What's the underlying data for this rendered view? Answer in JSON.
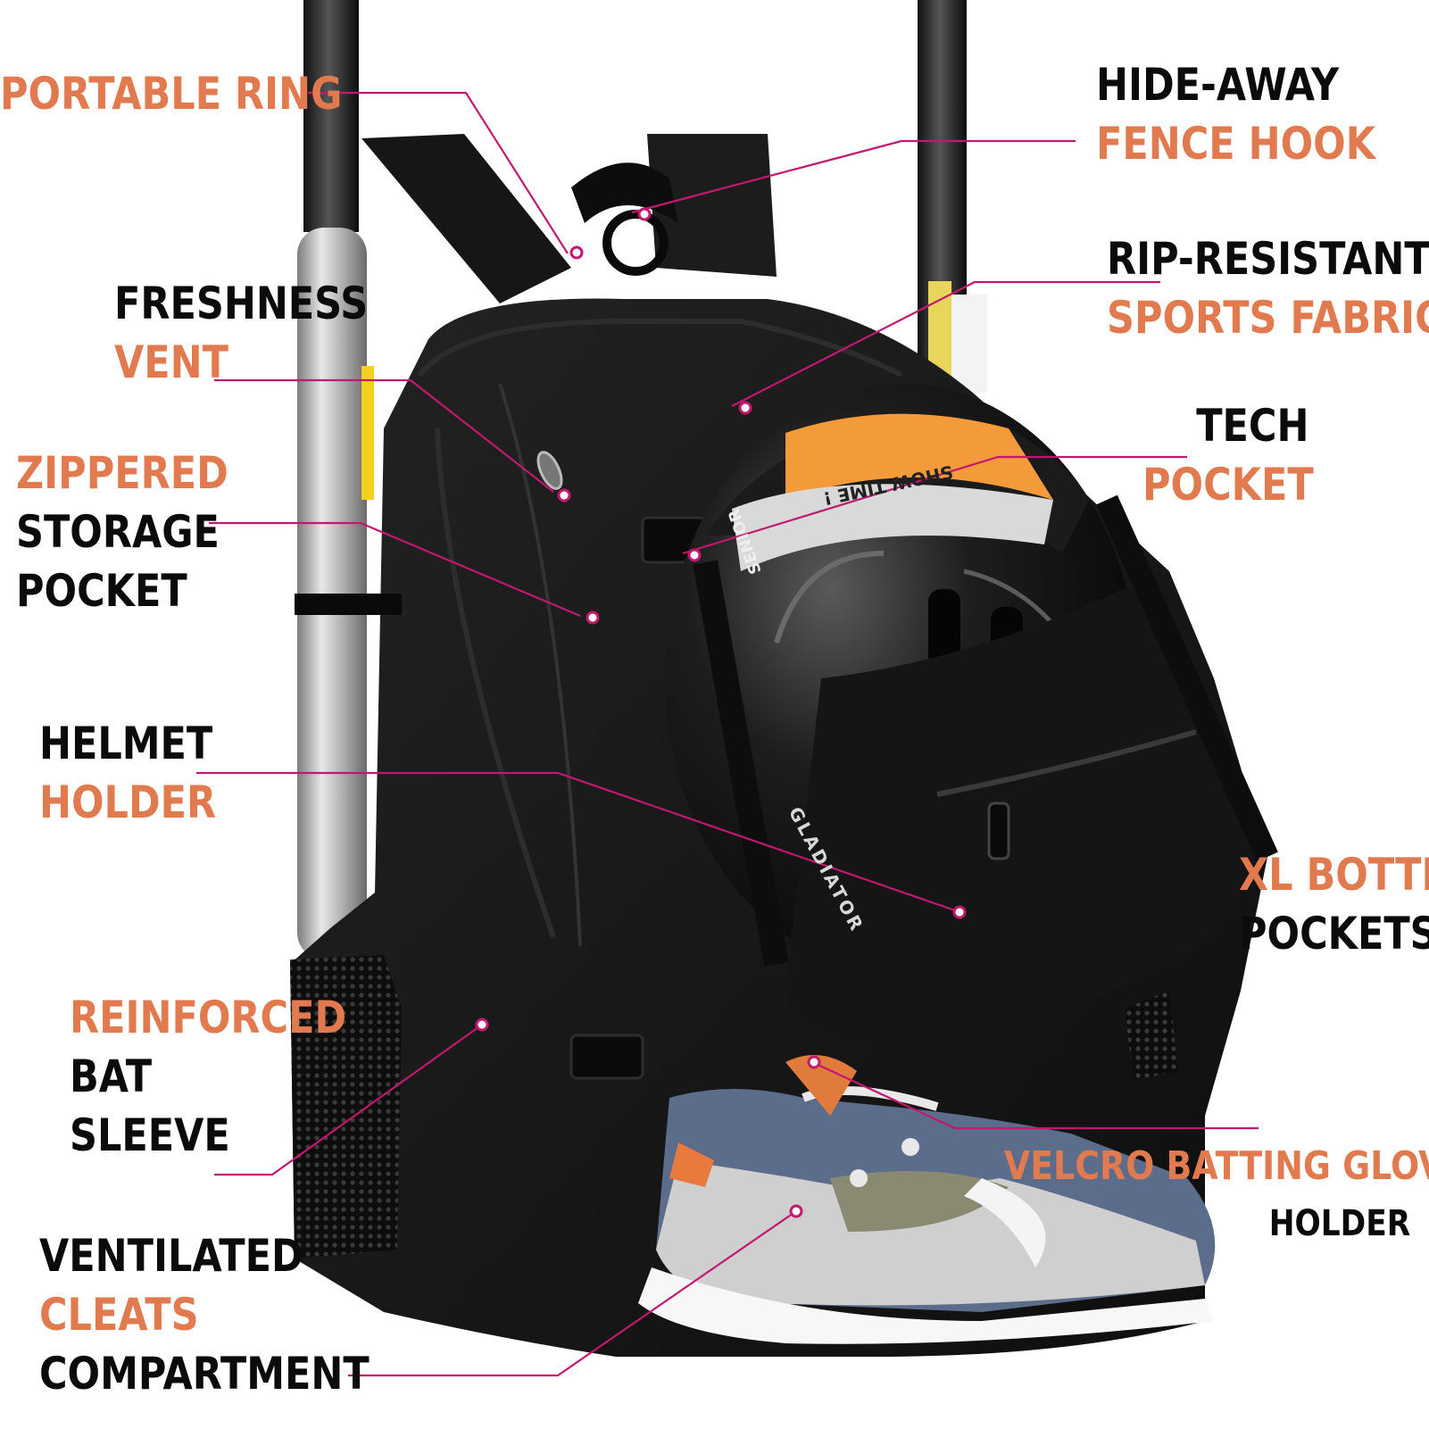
{
  "colors": {
    "accent_orange": "#e27a4f",
    "label_black": "#0b0b0b",
    "leader_line_magenta": "#c2186f",
    "bag_black": "#141414"
  },
  "labels": {
    "portable_ring": {
      "line1": "PORTABLE RING"
    },
    "hide_away_fence_hook": {
      "line1": "HIDE-AWAY",
      "line2": "FENCE HOOK"
    },
    "freshness_vent": {
      "line1": "FRESHNESS",
      "line2": "VENT"
    },
    "rip_resistant_fabric": {
      "line1": "RIP-RESISTANT",
      "line2": "SPORTS FABRIC"
    },
    "zippered_storage_pocket": {
      "line1": "ZIPPERED",
      "line2": "STORAGE",
      "line3": "POCKET"
    },
    "tech_pocket": {
      "line1": "TECH",
      "line2": "POCKET"
    },
    "helmet_holder": {
      "line1": "HELMET",
      "line2": "HOLDER"
    },
    "xl_bottle_pockets": {
      "line1": "XL BOTTLE",
      "line2": "POCKETS"
    },
    "reinforced_bat_sleeve": {
      "line1": "REINFORCED",
      "line2": "BAT",
      "line3": "SLEEVE"
    },
    "velcro_batting_gloves_holder": {
      "line1": "VELCRO BATTING GLOVES",
      "line2": "HOLDER"
    },
    "ventilated_cleats_compartment": {
      "line1": "VENTILATED",
      "line2": "CLEATS",
      "line3": "COMPARTMENT"
    }
  },
  "helmet_print": {
    "brand": "GLADIATOR",
    "sticker_line": "SHOW TIME !",
    "size_line": "SENIOR"
  }
}
